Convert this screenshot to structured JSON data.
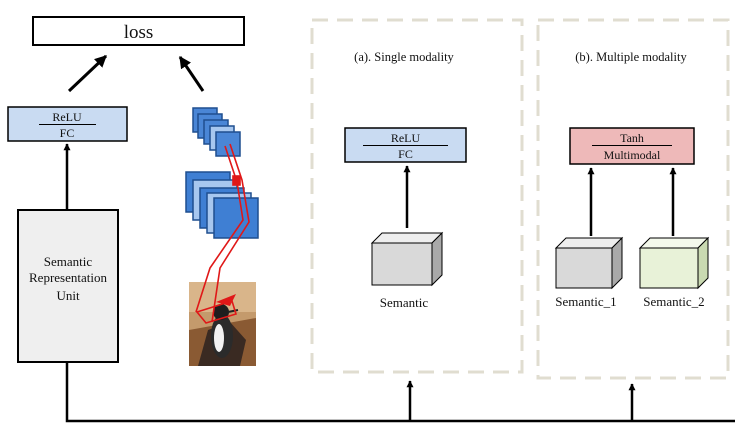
{
  "loss": {
    "label": "loss"
  },
  "left_stack": {
    "top": "ReLU",
    "bottom": "FC"
  },
  "sru": {
    "line1": "Semantic",
    "line2": "Representation",
    "line3": "Unit"
  },
  "panel_a": {
    "title": "(a). Single modality",
    "stack_top": "ReLU",
    "stack_bottom": "FC",
    "cube_label": "Semantic"
  },
  "panel_b": {
    "title": "(b). Multiple modality",
    "stack_top": "Tanh",
    "stack_bottom": "Multimodal",
    "cube1_label": "Semantic_1",
    "cube2_label": "Semantic_2"
  },
  "colors": {
    "fc_blue": "#c9dbf2",
    "tanh_pink": "#eeb9b9",
    "sru_gray": "#efefef",
    "cube_gray": "#d9d9d9",
    "cube_green": "#e8f2d8",
    "panel_border": "#e0ddd0",
    "conv_blue": "#3f7fd3",
    "rf_red": "#e01818"
  }
}
